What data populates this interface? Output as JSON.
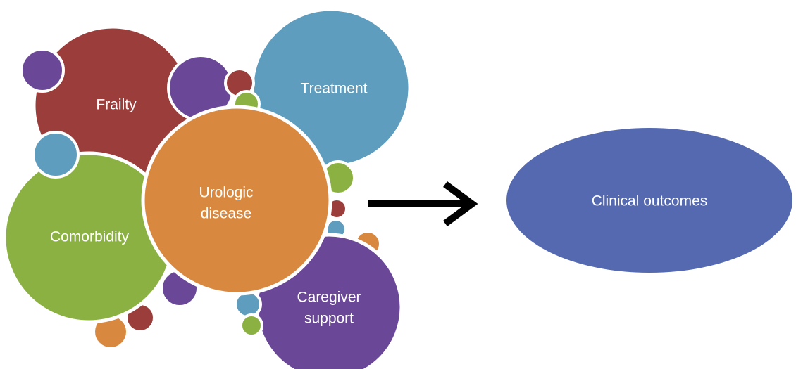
{
  "diagram": {
    "factors": {
      "frailty": "Frailty",
      "treatment": "Treatment",
      "urologic_disease_line1": "Urologic",
      "urologic_disease_line2": "disease",
      "comorbidity": "Comorbidity",
      "caregiver_support_line1": "Caregiver",
      "caregiver_support_line2": "support"
    },
    "outcome": "Clinical outcomes"
  },
  "colors": {
    "frailty": "#9b3d3b",
    "treatment": "#5f9dbf",
    "urologic_disease": "#d8893f",
    "comorbidity": "#8bb143",
    "caregiver_support": "#6a4897",
    "clinical_outcomes": "#5469b0",
    "arrow": "#000000"
  }
}
